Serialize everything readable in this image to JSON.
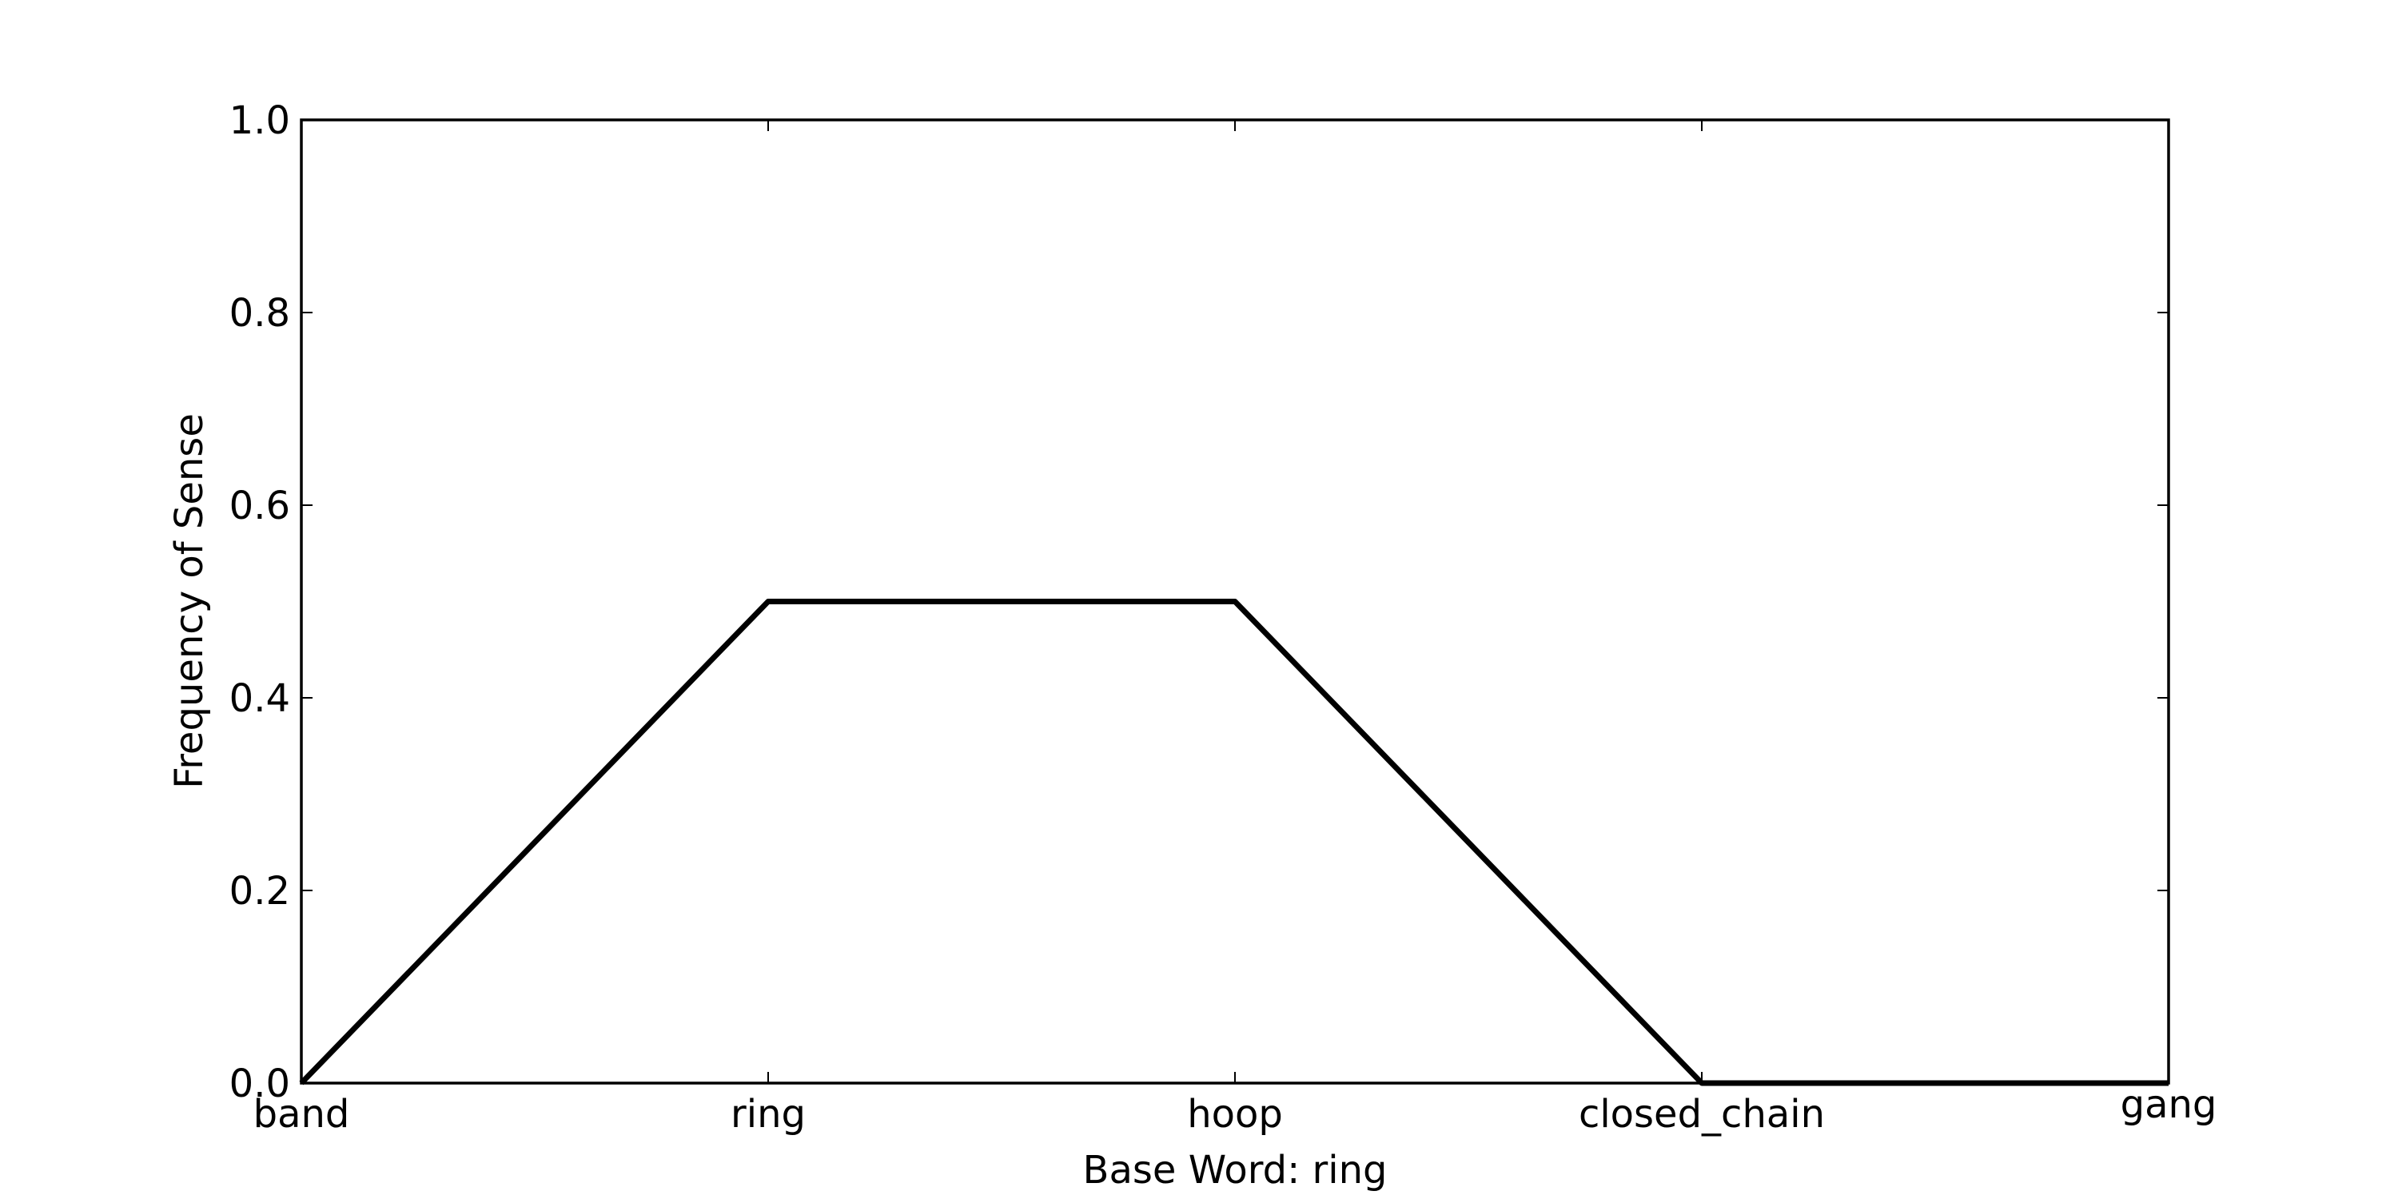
{
  "chart_data": {
    "type": "line",
    "categories": [
      "band",
      "ring",
      "hoop",
      "closed_chain",
      "gang"
    ],
    "series": [
      {
        "values": [
          0.0,
          0.5,
          0.5,
          0.0,
          0.0
        ],
        "color": "#000000"
      }
    ],
    "title": "",
    "xlabel": "Base Word: ring",
    "ylabel": "Frequency of Sense",
    "ylim": [
      0.0,
      1.0
    ],
    "yticks": [
      "0.0",
      "0.2",
      "0.4",
      "0.6",
      "0.8",
      "1.0"
    ],
    "grid": false,
    "legend": "none"
  }
}
